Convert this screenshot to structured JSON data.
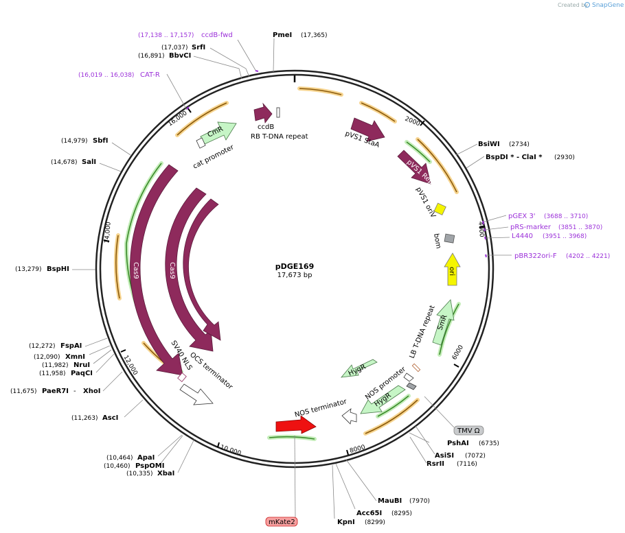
{
  "branding": {
    "created_by": "Created by",
    "app": "SnapGene"
  },
  "plasmid": {
    "name": "pDGE169",
    "length": "17,673 bp"
  },
  "ticks": [
    "2000",
    "4000",
    "6000",
    "8000",
    "10,000",
    "12,000",
    "14,000",
    "16,000"
  ],
  "sites": {
    "pmei": {
      "name": "PmeI",
      "pos": "(17,365)"
    },
    "srfi": {
      "name": "SrfI",
      "pos": "(17,037)"
    },
    "bbvci": {
      "name": "BbvCI",
      "pos": "(16,891)"
    },
    "sbfi": {
      "name": "SbfI",
      "pos": "(14,979)"
    },
    "sali": {
      "name": "SalI",
      "pos": "(14,678)"
    },
    "bsphi": {
      "name": "BspHI",
      "pos": "(13,279)"
    },
    "fspai": {
      "name": "FspAI",
      "pos": "(12,272)"
    },
    "xmni": {
      "name": "XmnI",
      "pos": "(12,090)"
    },
    "nrui": {
      "name": "NruI",
      "pos": "(11,982)"
    },
    "paqci": {
      "name": "PaqCI",
      "pos": "(11,958)"
    },
    "paer7i": {
      "name": "PaeR7I",
      "sep": " - ",
      "name2": "XhoI",
      "pos": "(11,675)"
    },
    "asci": {
      "name": "AscI",
      "pos": "(11,263)"
    },
    "apai": {
      "name": "ApaI",
      "pos": "(10,464)"
    },
    "pspomi": {
      "name": "PspOMI",
      "pos": "(10,460)"
    },
    "xbai": {
      "name": "XbaI",
      "pos": "(10,335)"
    },
    "bsiwi": {
      "name": "BsiWI",
      "pos": "(2734)"
    },
    "bspdi": {
      "name": "BspDI * - ClaI *",
      "pos": "(2930)"
    },
    "pshai": {
      "name": "PshAI",
      "pos": "(6735)"
    },
    "asisi": {
      "name": "AsiSI",
      "pos": "(7072)"
    },
    "rsrii": {
      "name": "RsrII",
      "pos": "(7116)"
    },
    "maubi": {
      "name": "MauBI",
      "pos": "(7970)"
    },
    "acc65i": {
      "name": "Acc65I",
      "pos": "(8295)"
    },
    "kpni": {
      "name": "KpnI",
      "pos": "(8299)"
    }
  },
  "primers": {
    "ccdb_fwd": {
      "name": "ccdB-fwd",
      "pos": "(17,138 .. 17,157)"
    },
    "cat_r": {
      "name": "CAT-R",
      "pos": "(16,019 .. 16,038)"
    },
    "pgex3": {
      "name": "pGEX 3'",
      "pos": "(3688 .. 3710)"
    },
    "prs_marker": {
      "name": "pRS-marker",
      "pos": "(3851 .. 3870)"
    },
    "l4440": {
      "name": "L4440",
      "pos": "(3951 .. 3968)"
    },
    "pbr322ori": {
      "name": "pBR322ori-F",
      "pos": "(4202 .. 4221)"
    }
  },
  "features": {
    "ccdb": "ccdB",
    "rb_tdna": "RB T-DNA repeat",
    "cmr": "CmR",
    "cat_promoter": "cat promoter",
    "pvs1_staa": "pVS1 StaA",
    "pvs1_repa": "pVS1 RepA",
    "pvs1_oriv": "pVS1 oriV",
    "bom": "bom",
    "ori": "ori",
    "lb_tdna": "LB T-DNA repeat",
    "smr": "SmR",
    "hygr_a": "HygR",
    "hygr_b": "HygR",
    "nos_promoter": "NOS promoter",
    "nos_terminator": "NOS terminator",
    "tmv": "TMV Ω",
    "mkate2": "mKate2",
    "cas9_a": "Cas9",
    "cas9_b": "Cas9",
    "cas9_c": "Cas9",
    "sv40": "SV40 NLS",
    "ocs": "OCS terminator"
  },
  "colors": {
    "backbone": "#222222",
    "cas9": "#8e2a5c",
    "marker": "#c6f5c6",
    "ori": "#f5f500",
    "bom": "#a0a4a8",
    "mkate": "#ee1111",
    "primer": "#9b30d9",
    "orf_fill": "#f6d28a",
    "orf_core": "#b8860b"
  }
}
